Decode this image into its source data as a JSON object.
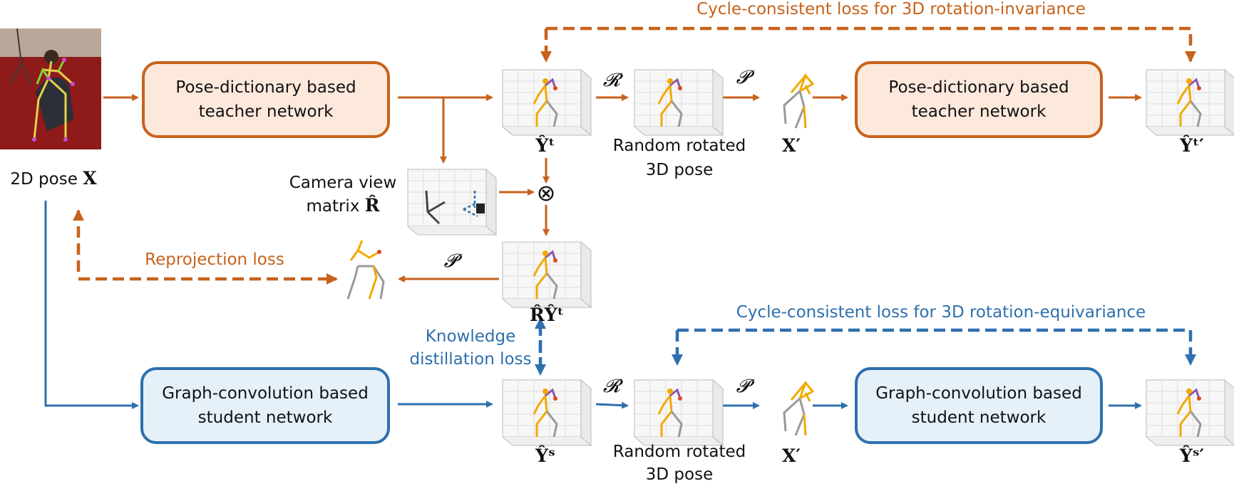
{
  "input": {
    "label": "2D pose",
    "symbol": "X"
  },
  "teacher_box_1": {
    "line1": "Pose-dictionary based",
    "line2": "teacher network"
  },
  "teacher_box_2": {
    "line1": "Pose-dictionary based",
    "line2": "teacher network"
  },
  "student_box_1": {
    "line1": "Graph-convolution based",
    "line2": "student network"
  },
  "student_box_2": {
    "line1": "Graph-convolution based",
    "line2": "student network"
  },
  "camera": {
    "line1": "Camera view",
    "line2": "matrix",
    "symbol": "R̂"
  },
  "losses": {
    "cycle_invariance": "Cycle-consistent loss for 3D rotation-invariance",
    "cycle_equivariance": "Cycle-consistent loss for 3D rotation-equivariance",
    "reprojection": "Reprojection loss",
    "kd_line1": "Knowledge",
    "kd_line2": "distillation loss"
  },
  "rotated_top": {
    "line1": "Random rotated",
    "line2": "3D pose"
  },
  "rotated_bottom": {
    "line1": "Random rotated",
    "line2": "3D pose"
  },
  "symbols": {
    "Y_t": "Ŷᵗ",
    "Y_t_prime": "Ŷᵗ′",
    "X_prime_top": "X′",
    "X_prime_bottom": "X′",
    "RY_t": "R̂Ŷᵗ",
    "Y_s": "Ŷˢ",
    "Y_s_prime": "Ŷˢ′",
    "rot_op_top": "𝓡",
    "proj_op_top": "𝓟",
    "proj_op_mid": "𝓟",
    "rot_op_bottom": "𝓡",
    "proj_op_bottom": "𝓟",
    "otimes": "⊗"
  },
  "colors": {
    "teacher": "#c8621c",
    "student": "#2e70ad",
    "teacher_fill": "#fde9dc",
    "student_fill": "#e6f0f9"
  }
}
